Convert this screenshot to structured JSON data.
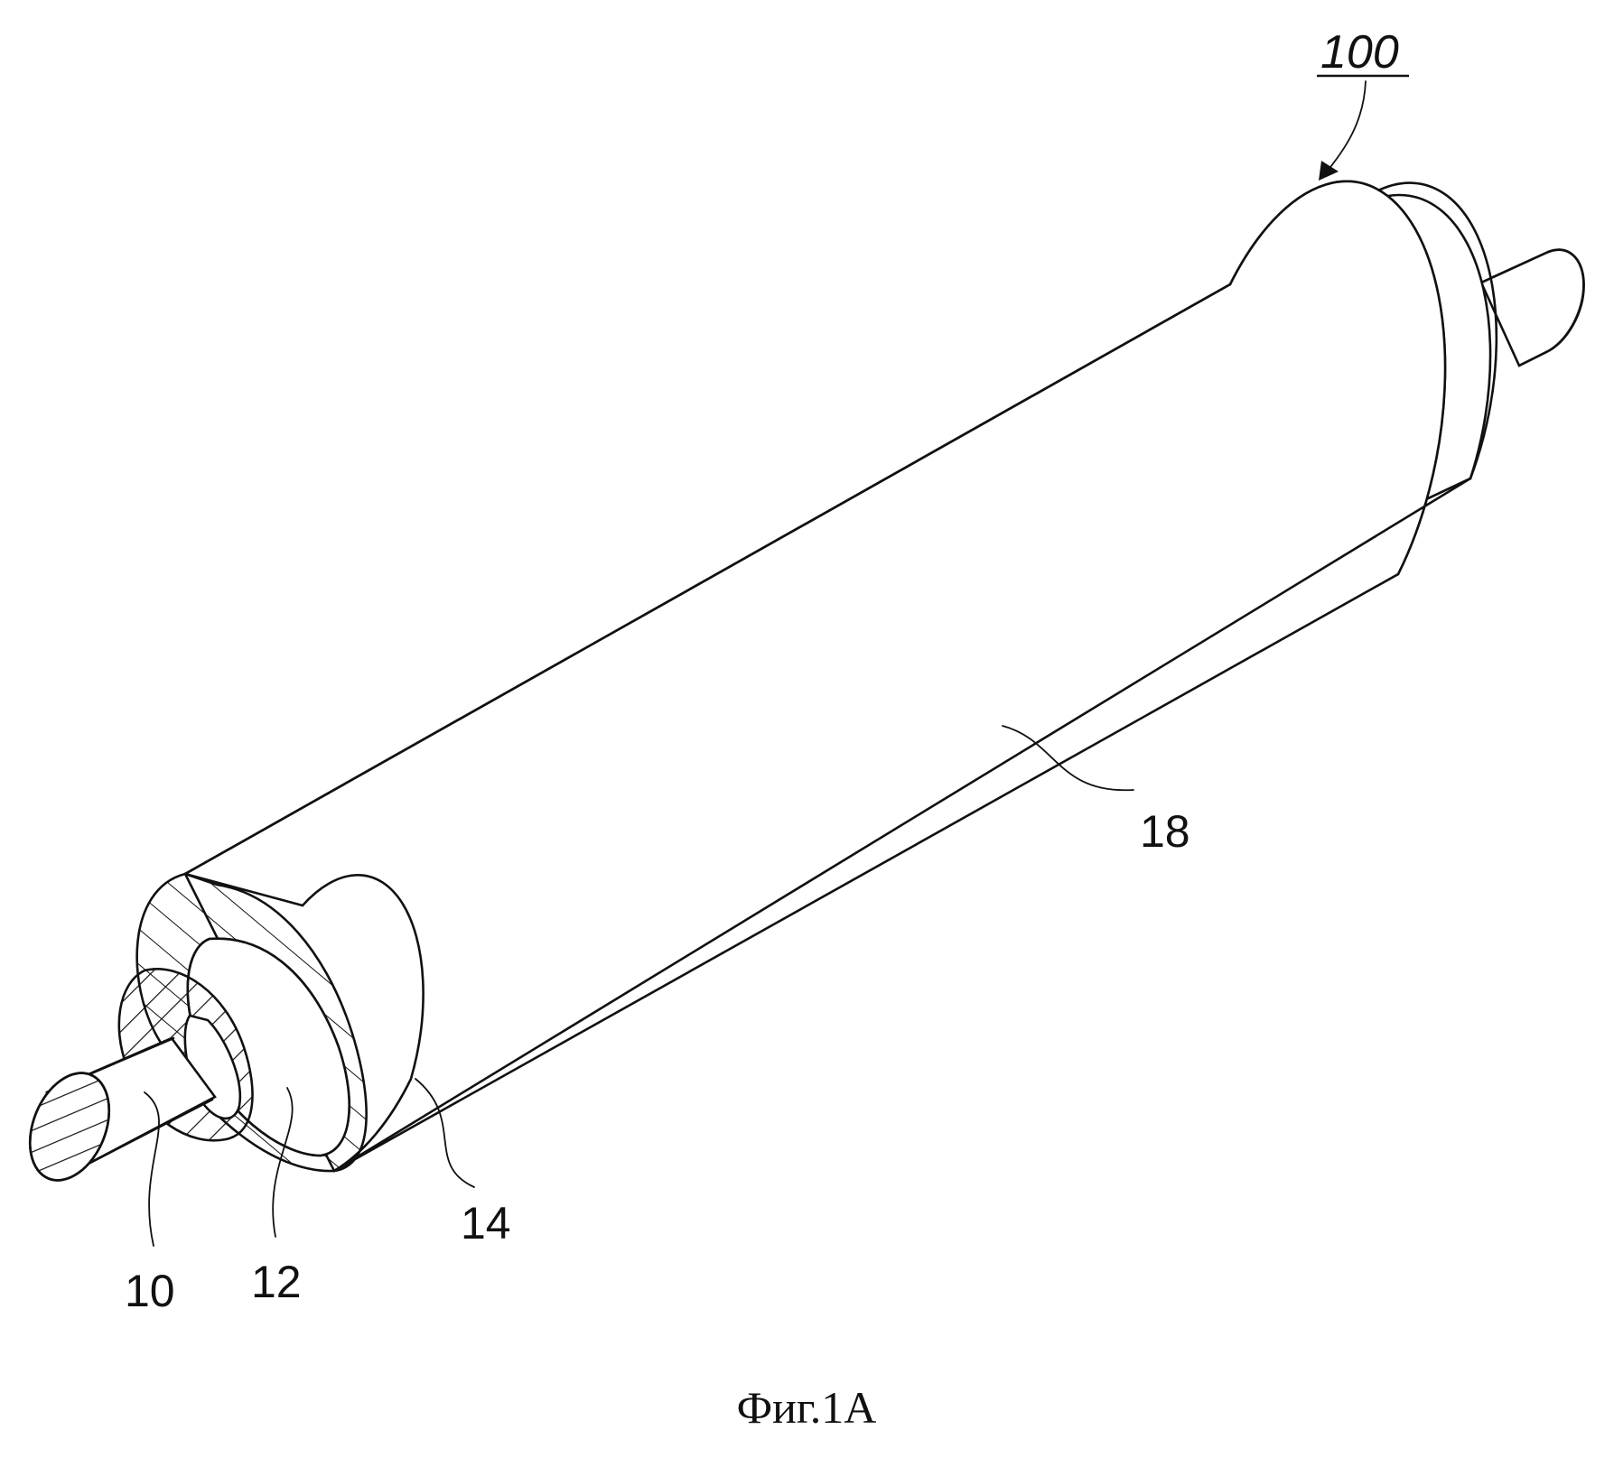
{
  "figure": {
    "caption": "Фиг.1A",
    "labels": {
      "assembly": "100",
      "shaft": "10",
      "layer_12": "12",
      "layer_14": "14",
      "layer_18": "18"
    }
  },
  "colors": {
    "line": "#111111",
    "background": "#ffffff"
  }
}
